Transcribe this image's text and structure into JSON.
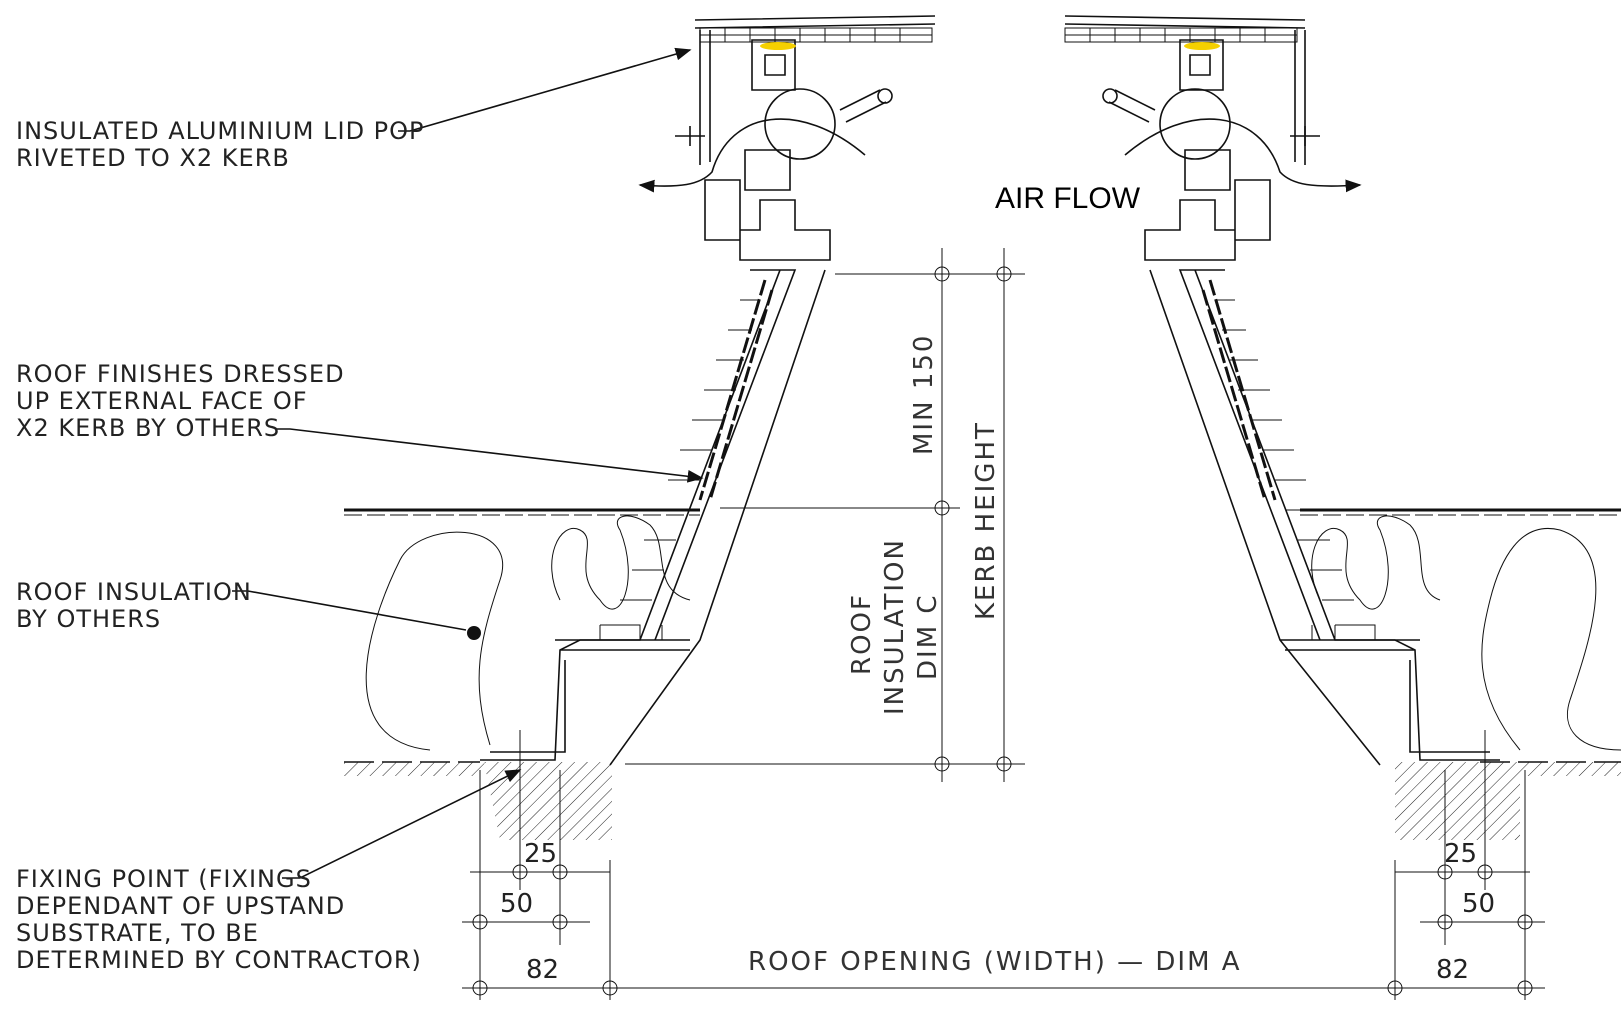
{
  "labels": {
    "lid": [
      "INSULATED ALUMINIUM LID POP",
      "RIVETED TO X2 KERB"
    ],
    "finishes": [
      "ROOF FINISHES DRESSED",
      "UP EXTERNAL FACE OF",
      "X2 KERB BY OTHERS"
    ],
    "insulation": [
      "ROOF INSULATION",
      "BY OTHERS"
    ],
    "fixing": [
      "FIXING POINT (FIXINGS",
      "DEPENDANT OF UPSTAND",
      "SUBSTRATE, TO BE",
      "DETERMINED BY CONTRACTOR)"
    ],
    "airflow": "AIR FLOW"
  },
  "dimensions": {
    "min150": "MIN 150",
    "kerb_height": "KERB HEIGHT",
    "roof_insulation": [
      "ROOF",
      "INSULATION",
      "DIM C"
    ],
    "opening": "ROOF OPENING (WIDTH) — DIM A",
    "left": {
      "d25": "25",
      "d50": "50",
      "d82": "82"
    },
    "right": {
      "d25": "25",
      "d50": "50",
      "d82": "82"
    }
  },
  "colors": {
    "seal": "#f5d000",
    "line": "#111111"
  }
}
